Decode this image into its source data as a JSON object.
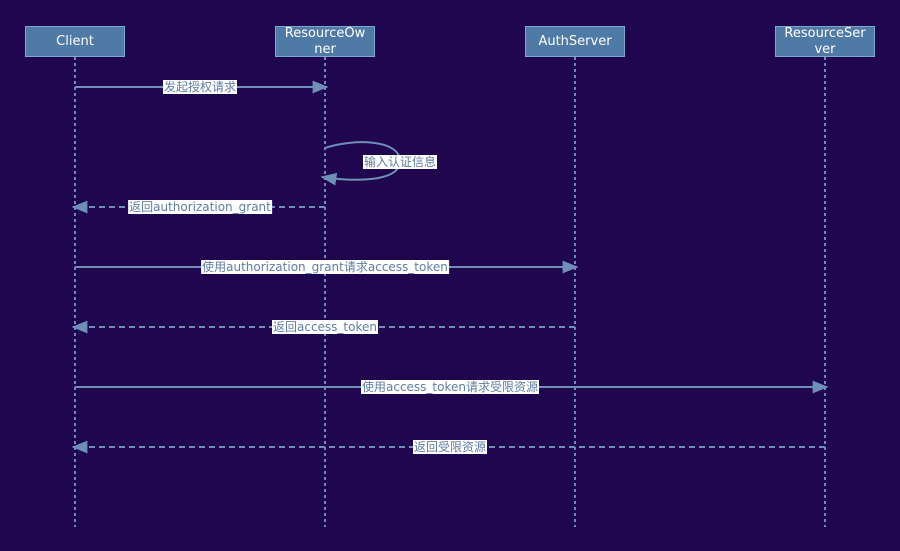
{
  "actors": [
    {
      "name": "Client"
    },
    {
      "name": "ResourceOwner"
    },
    {
      "name": "AuthServer"
    },
    {
      "name": "ResourceServer"
    }
  ],
  "messages": [
    {
      "label": "发起授权请求",
      "from": "Client",
      "to": "ResourceOwner",
      "style": "solid"
    },
    {
      "label": "输入认证信息",
      "from": "ResourceOwner",
      "to": "ResourceOwner",
      "style": "solid"
    },
    {
      "label": "返回authorization_grant",
      "from": "ResourceOwner",
      "to": "Client",
      "style": "dashed"
    },
    {
      "label": "使用authorization_grant请求access_token",
      "from": "Client",
      "to": "AuthServer",
      "style": "solid"
    },
    {
      "label": "返回access_token",
      "from": "AuthServer",
      "to": "Client",
      "style": "dashed"
    },
    {
      "label": "使用access_token请求受限资源",
      "from": "Client",
      "to": "ResourceServer",
      "style": "solid"
    },
    {
      "label": "返回受限资源",
      "from": "ResourceServer",
      "to": "Client",
      "style": "dashed"
    }
  ],
  "colors": {
    "background": "#1f064f",
    "actor_fill": "#4f7aa5",
    "actor_border": "#7fa7cf",
    "line": "#6f8fb8",
    "lifeline": "#8fb3d9",
    "label_text": "#5f7da0"
  }
}
